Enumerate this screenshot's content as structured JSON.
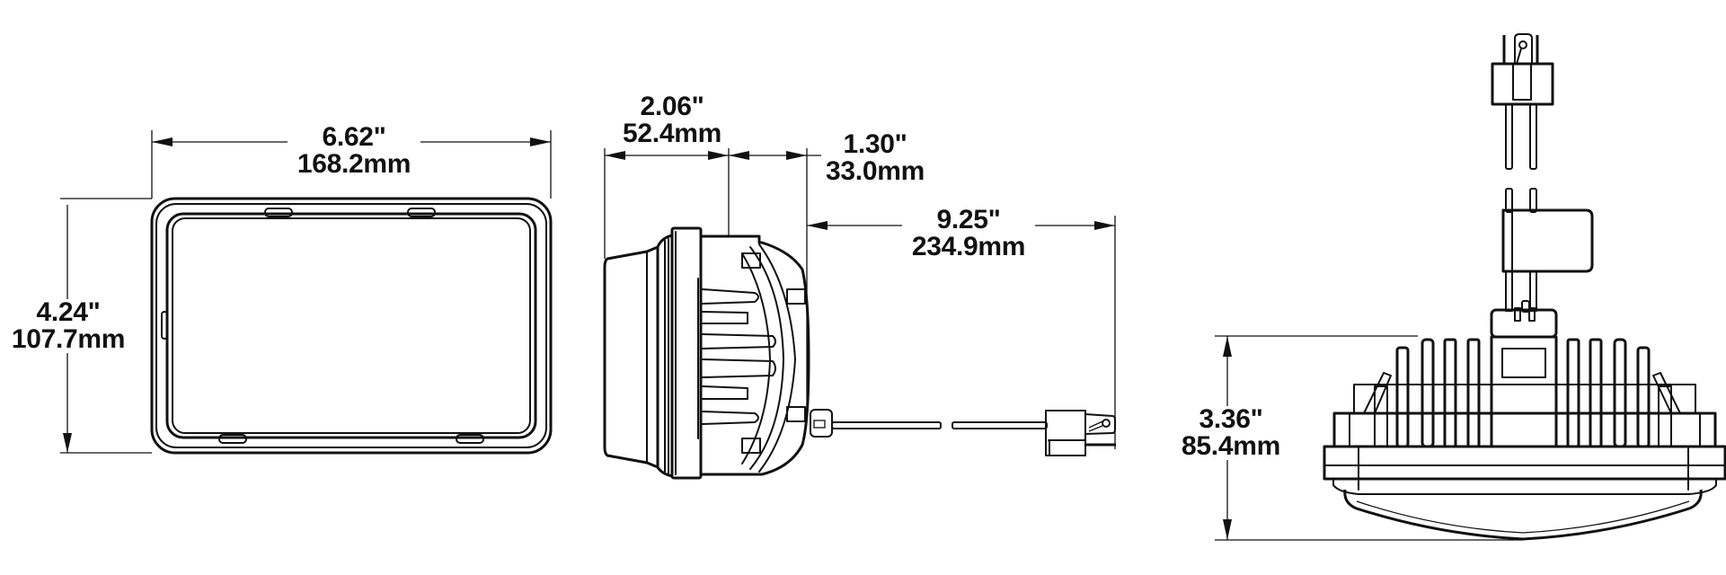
{
  "figure": {
    "title": "Rectangular LED headlight dimension drawing",
    "views": {
      "front": {
        "width_in": "6.62\"",
        "width_mm": "168.2mm",
        "height_in": "4.24\"",
        "height_mm": "107.7mm"
      },
      "side": {
        "depth_in": "2.06\"",
        "depth_mm": "52.4mm",
        "housing_in": "1.30\"",
        "housing_mm": "33.0mm",
        "cable_in": "9.25\"",
        "cable_mm": "234.9mm"
      },
      "top": {
        "height_in": "3.36\"",
        "height_mm": "85.4mm"
      }
    },
    "colors": {
      "line": "#111111",
      "background": "#ffffff"
    },
    "icons": [
      "h4-connector-icon",
      "plug-icon",
      "heatsink-fins"
    ]
  }
}
